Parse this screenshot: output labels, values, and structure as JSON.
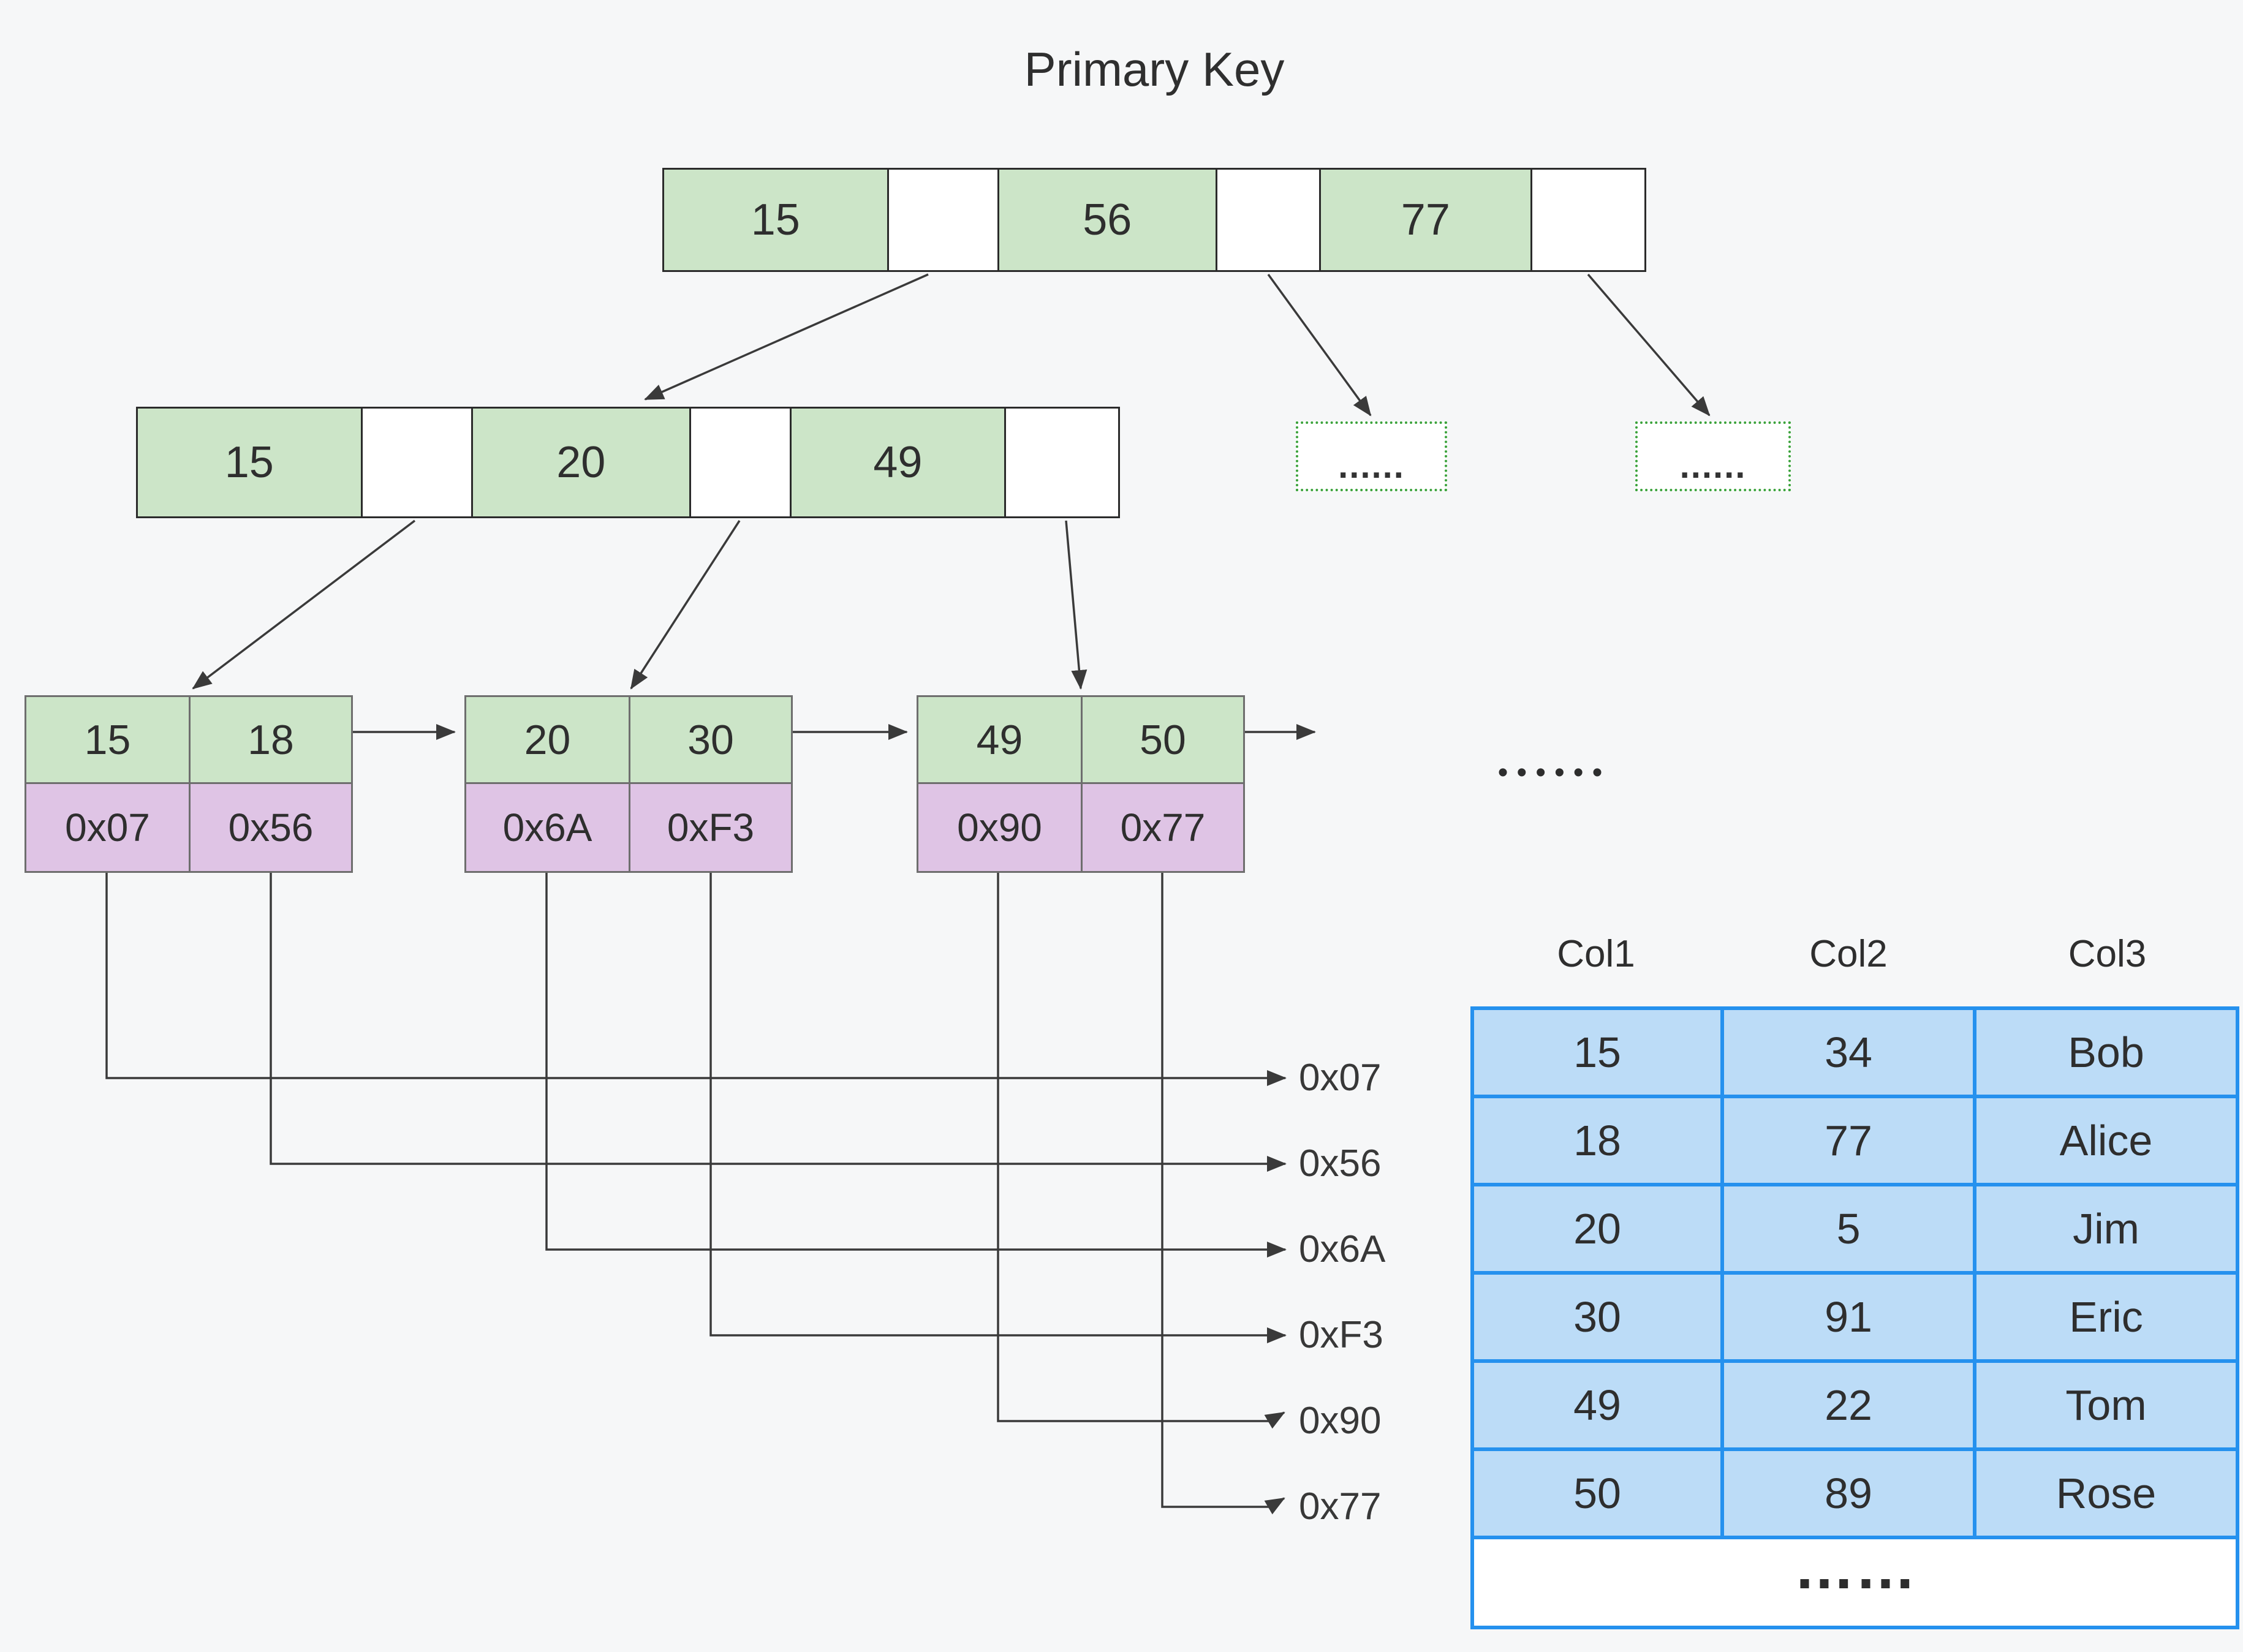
{
  "title": "Primary Key",
  "tree": {
    "root": {
      "keys": [
        "15",
        "56",
        "77"
      ]
    },
    "internal": {
      "keys": [
        "15",
        "20",
        "49"
      ]
    },
    "collapsed_nodes": [
      {
        "label": "......"
      },
      {
        "label": "......"
      }
    ],
    "leaves": [
      {
        "keys": [
          "15",
          "18"
        ],
        "pointers": [
          "0x07",
          "0x56"
        ]
      },
      {
        "keys": [
          "20",
          "30"
        ],
        "pointers": [
          "0x6A",
          "0xF3"
        ]
      },
      {
        "keys": [
          "49",
          "50"
        ],
        "pointers": [
          "0x90",
          "0x77"
        ]
      }
    ],
    "leaf_level_ellipsis": "••••••"
  },
  "address_labels": [
    "0x07",
    "0x56",
    "0x6A",
    "0xF3",
    "0x90",
    "0x77"
  ],
  "table": {
    "columns": [
      "Col1",
      "Col2",
      "Col3"
    ],
    "rows": [
      [
        "15",
        "34",
        "Bob"
      ],
      [
        "18",
        "77",
        "Alice"
      ],
      [
        "20",
        "5",
        "Jim"
      ],
      [
        "30",
        "91",
        "Eric"
      ],
      [
        "49",
        "22",
        "Tom"
      ],
      [
        "50",
        "89",
        "Rose"
      ]
    ],
    "more_rows_label": "……"
  },
  "colors": {
    "background": "#f6f7f8",
    "text": "#2e2e2e",
    "line": "#3a3a3a",
    "key_cell": "#cce5c8",
    "pointer_cell": "#dfc4e5",
    "node_border": "#2b2b2b",
    "leaf_border": "#6e6e6e",
    "table_cell": "#bcdcf7",
    "table_border": "#2591ee",
    "collapsed_border": "#3aa23a"
  }
}
